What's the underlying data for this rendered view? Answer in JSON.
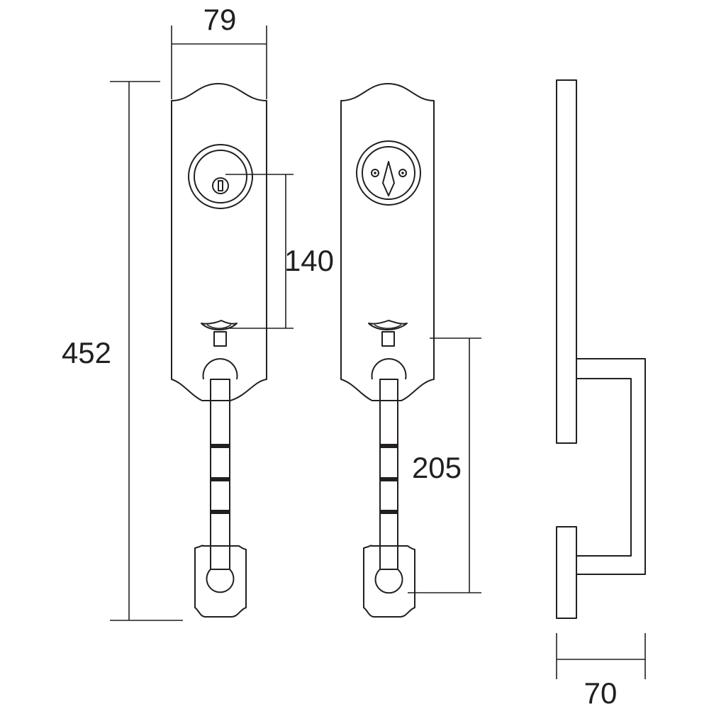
{
  "dimensions": {
    "plate_width": "79",
    "overall_height": "452",
    "lock_to_knob": "140",
    "knob_to_grip_bottom": "205",
    "projection": "70"
  },
  "colors": {
    "line": "#231f20",
    "background": "#ffffff"
  }
}
